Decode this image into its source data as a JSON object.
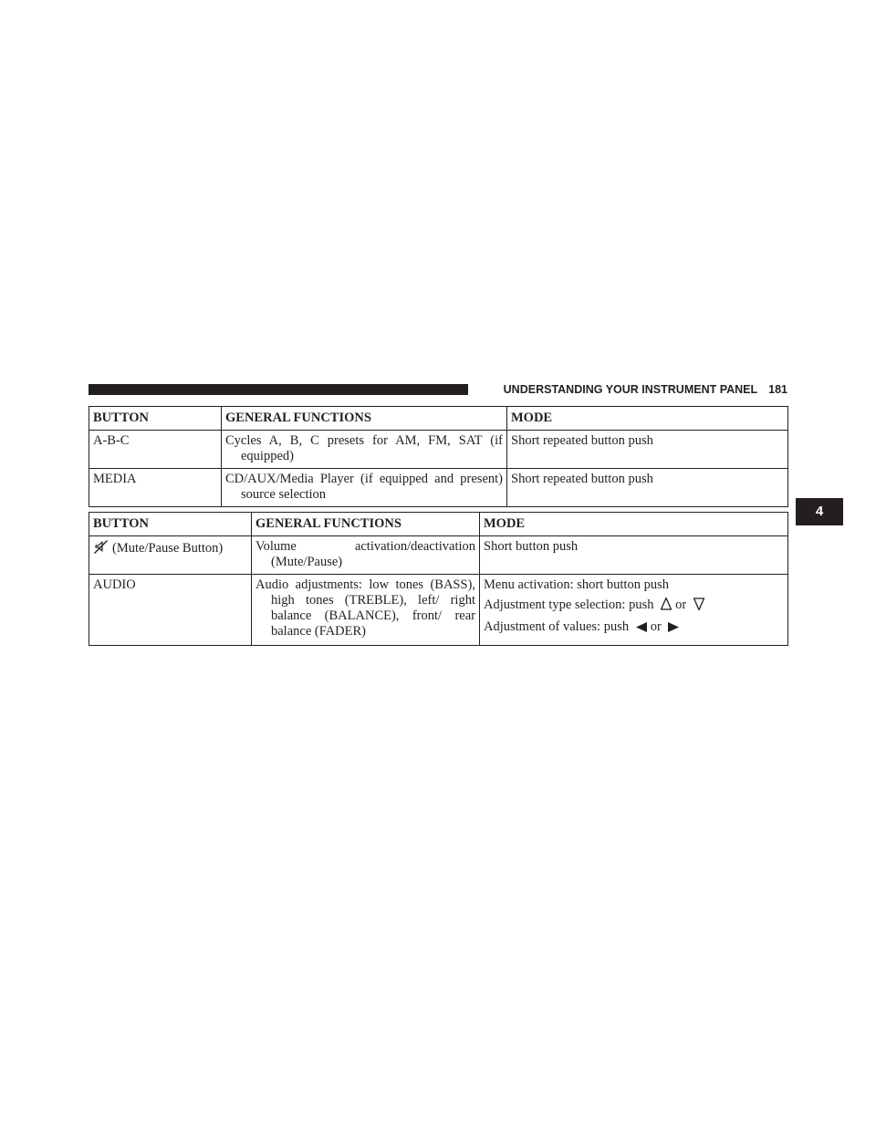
{
  "header": {
    "section_title": "UNDERSTANDING YOUR INSTRUMENT PANEL",
    "page_number": "181"
  },
  "chapter_tab": "4",
  "table1": {
    "columns": [
      "BUTTON",
      "GENERAL FUNCTIONS",
      "MODE"
    ],
    "rows": [
      {
        "button": "A-B-C",
        "functions": "Cycles A, B, C presets for AM, FM, SAT (if equipped)",
        "mode": "Short repeated button push"
      },
      {
        "button": "MEDIA",
        "functions": "CD/AUX/Media Player (if equipped and present) source selection",
        "mode": "Short repeated button push"
      }
    ]
  },
  "table2": {
    "columns": [
      "BUTTON",
      "GENERAL FUNCTIONS",
      "MODE"
    ],
    "rows": [
      {
        "button": "(Mute/Pause Button)",
        "button_icon": "mute-icon",
        "functions": "Volume activation/deactivation (Mute/Pause)",
        "mode": "Short button push"
      },
      {
        "button": "AUDIO",
        "functions": "Audio adjustments: low tones (BASS), high tones (TREBLE), left/ right balance (BALANCE), front/ rear balance (FADER)",
        "mode_lines": [
          "Menu activation: short button push",
          "Adjustment type selection: push",
          "or",
          "Adjustment of values: push",
          "or"
        ],
        "mode_icons": [
          "up-triangle-outline-icon",
          "down-triangle-outline-icon",
          "left-triangle-filled-icon",
          "right-triangle-filled-icon"
        ]
      }
    ]
  }
}
